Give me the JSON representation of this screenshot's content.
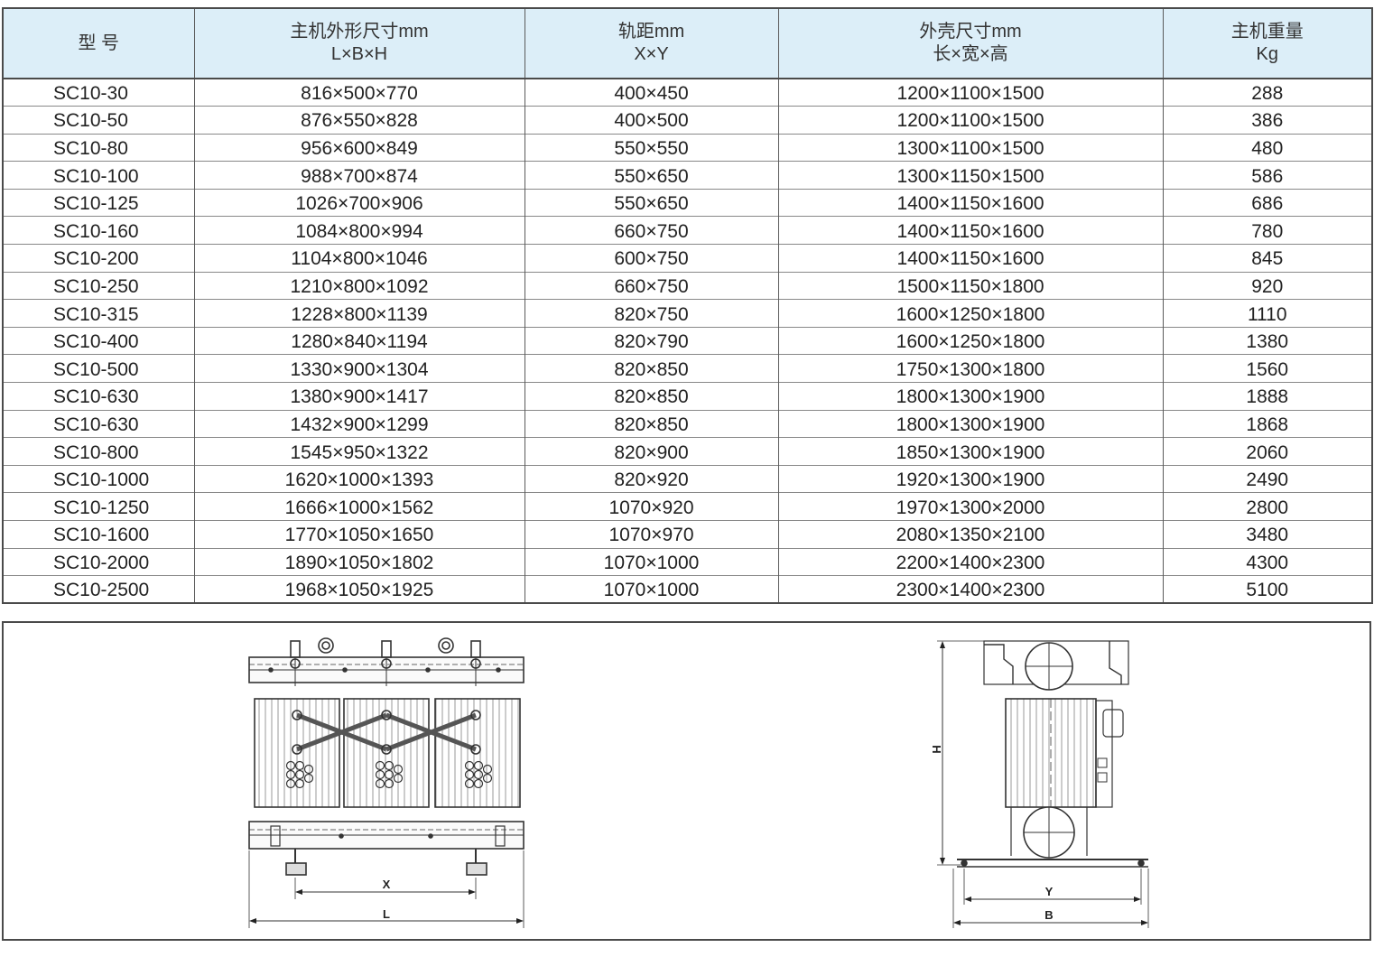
{
  "table": {
    "headers": [
      {
        "line1": "型  号",
        "line2": ""
      },
      {
        "line1": "主机外形尺寸mm",
        "line2": "L×B×H"
      },
      {
        "line1": "轨距mm",
        "line2": "X×Y"
      },
      {
        "line1": "外壳尺寸mm",
        "line2": "长×宽×高"
      },
      {
        "line1": "主机重量",
        "line2": "Kg"
      }
    ],
    "rows": [
      [
        "SC10-30",
        "816×500×770",
        "400×450",
        "1200×1100×1500",
        "288"
      ],
      [
        "SC10-50",
        "876×550×828",
        "400×500",
        "1200×1100×1500",
        "386"
      ],
      [
        "SC10-80",
        "956×600×849",
        "550×550",
        "1300×1100×1500",
        "480"
      ],
      [
        "SC10-100",
        "988×700×874",
        "550×650",
        "1300×1150×1500",
        "586"
      ],
      [
        "SC10-125",
        "1026×700×906",
        "550×650",
        "1400×1150×1600",
        "686"
      ],
      [
        "SC10-160",
        "1084×800×994",
        "660×750",
        "1400×1150×1600",
        "780"
      ],
      [
        "SC10-200",
        "1104×800×1046",
        "600×750",
        "1400×1150×1600",
        "845"
      ],
      [
        "SC10-250",
        "1210×800×1092",
        "660×750",
        "1500×1150×1800",
        "920"
      ],
      [
        "SC10-315",
        "1228×800×1139",
        "820×750",
        "1600×1250×1800",
        "1110"
      ],
      [
        "SC10-400",
        "1280×840×1194",
        "820×790",
        "1600×1250×1800",
        "1380"
      ],
      [
        "SC10-500",
        "1330×900×1304",
        "820×850",
        "1750×1300×1800",
        "1560"
      ],
      [
        "SC10-630",
        "1380×900×1417",
        "820×850",
        "1800×1300×1900",
        "1888"
      ],
      [
        "SC10-630",
        "1432×900×1299",
        "820×850",
        "1800×1300×1900",
        "1868"
      ],
      [
        "SC10-800",
        "1545×950×1322",
        "820×900",
        "1850×1300×1900",
        "2060"
      ],
      [
        "SC10-1000",
        "1620×1000×1393",
        "820×920",
        "1920×1300×1900",
        "2490"
      ],
      [
        "SC10-1250",
        "1666×1000×1562",
        "1070×920",
        "1970×1300×2000",
        "2800"
      ],
      [
        "SC10-1600",
        "1770×1050×1650",
        "1070×970",
        "2080×1350×2100",
        "3480"
      ],
      [
        "SC10-2000",
        "1890×1050×1802",
        "1070×1000",
        "2200×1400×2300",
        "4300"
      ],
      [
        "SC10-2500",
        "1968×1050×1925",
        "1070×1000",
        "2300×1400×2300",
        "5100"
      ]
    ]
  },
  "drawings": {
    "front": {
      "dim_x": "X",
      "dim_l": "L"
    },
    "side": {
      "dim_h": "H",
      "dim_y": "Y",
      "dim_b": "B"
    }
  },
  "colors": {
    "header_bg": "#dceef8",
    "line": "#4a4a4a"
  }
}
